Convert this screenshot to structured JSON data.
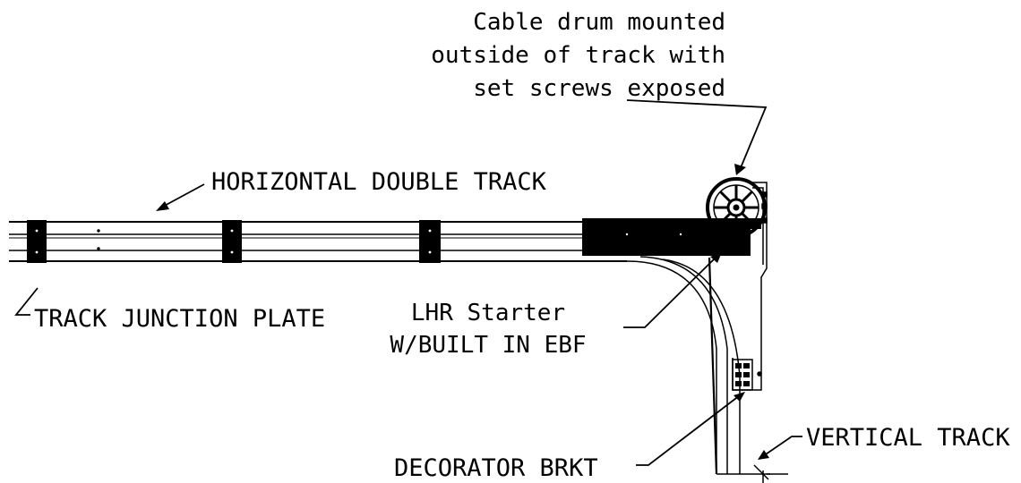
{
  "labels": {
    "cable_drum": [
      "Cable drum mounted",
      "outside of track with",
      "set screws exposed"
    ],
    "horizontal_track": "HORIZONTAL DOUBLE TRACK",
    "junction_plate": "TRACK JUNCTION PLATE",
    "lhr_starter": [
      "LHR Starter",
      "W/BUILT IN EBF"
    ],
    "decorator_bracket": "DECORATOR BRKT",
    "vertical_track": "VERTICAL TRACK"
  },
  "colors": {
    "ink": "#000000",
    "background": "#ffffff"
  }
}
